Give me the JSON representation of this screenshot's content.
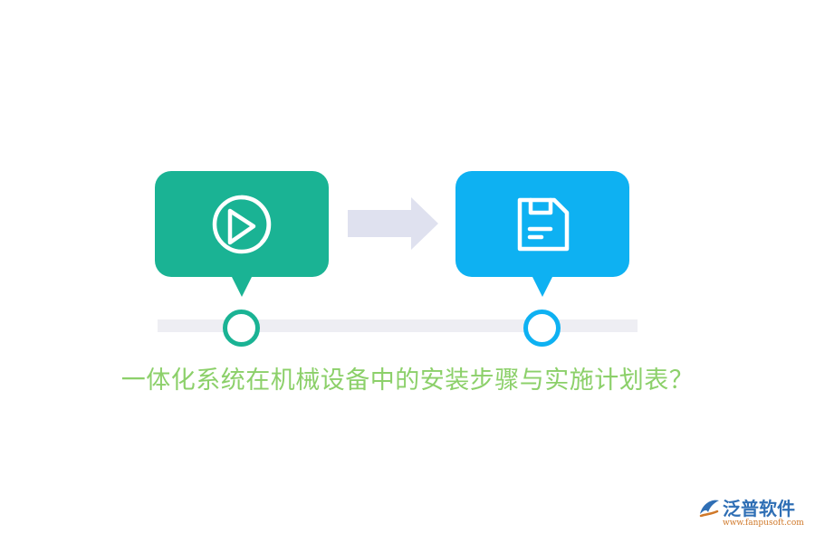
{
  "title": "一体化系统在机械设备中的安装步骤与实施计划表？",
  "steps": [
    {
      "icon": "chart-icon",
      "color": "#1ab394"
    },
    {
      "icon": "save-icon",
      "color": "#0eb1f2"
    }
  ],
  "arrow_color": "#dfe1ef",
  "track_color": "#eeeef3",
  "title_color": "#8cd06a",
  "brand": {
    "name": "泛普软件",
    "url": "www.fanpusoft.com"
  }
}
